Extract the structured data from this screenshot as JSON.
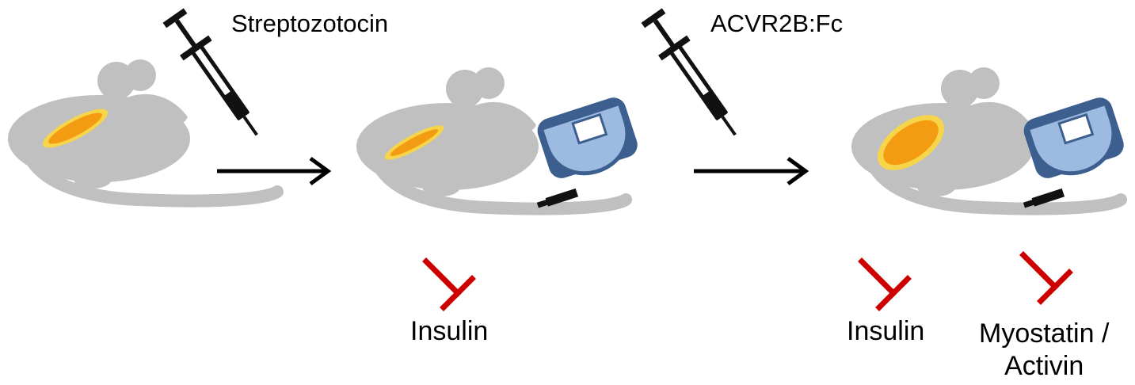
{
  "treatments": {
    "first_drug": "Streptozotocin",
    "second_drug": "ACVR2B:Fc"
  },
  "inhibited": {
    "stage2": "Insulin",
    "stage3_a": "Insulin",
    "stage3_b_line1": "Myostatin /",
    "stage3_b_line2": "Activin"
  },
  "colors": {
    "mouse": "#c0c0c0",
    "muscle_inner": "#f39c12",
    "muscle_edge": "#f7d54a",
    "inhibition": "#cc0000",
    "meter_body": "#3d5f8f",
    "meter_face": "#9dbbe0",
    "syringe": "#111111"
  },
  "icons": [
    "mouse-icon",
    "muscle-icon",
    "syringe-icon",
    "glucose-meter-icon",
    "arrow-icon",
    "inhibition-icon"
  ]
}
